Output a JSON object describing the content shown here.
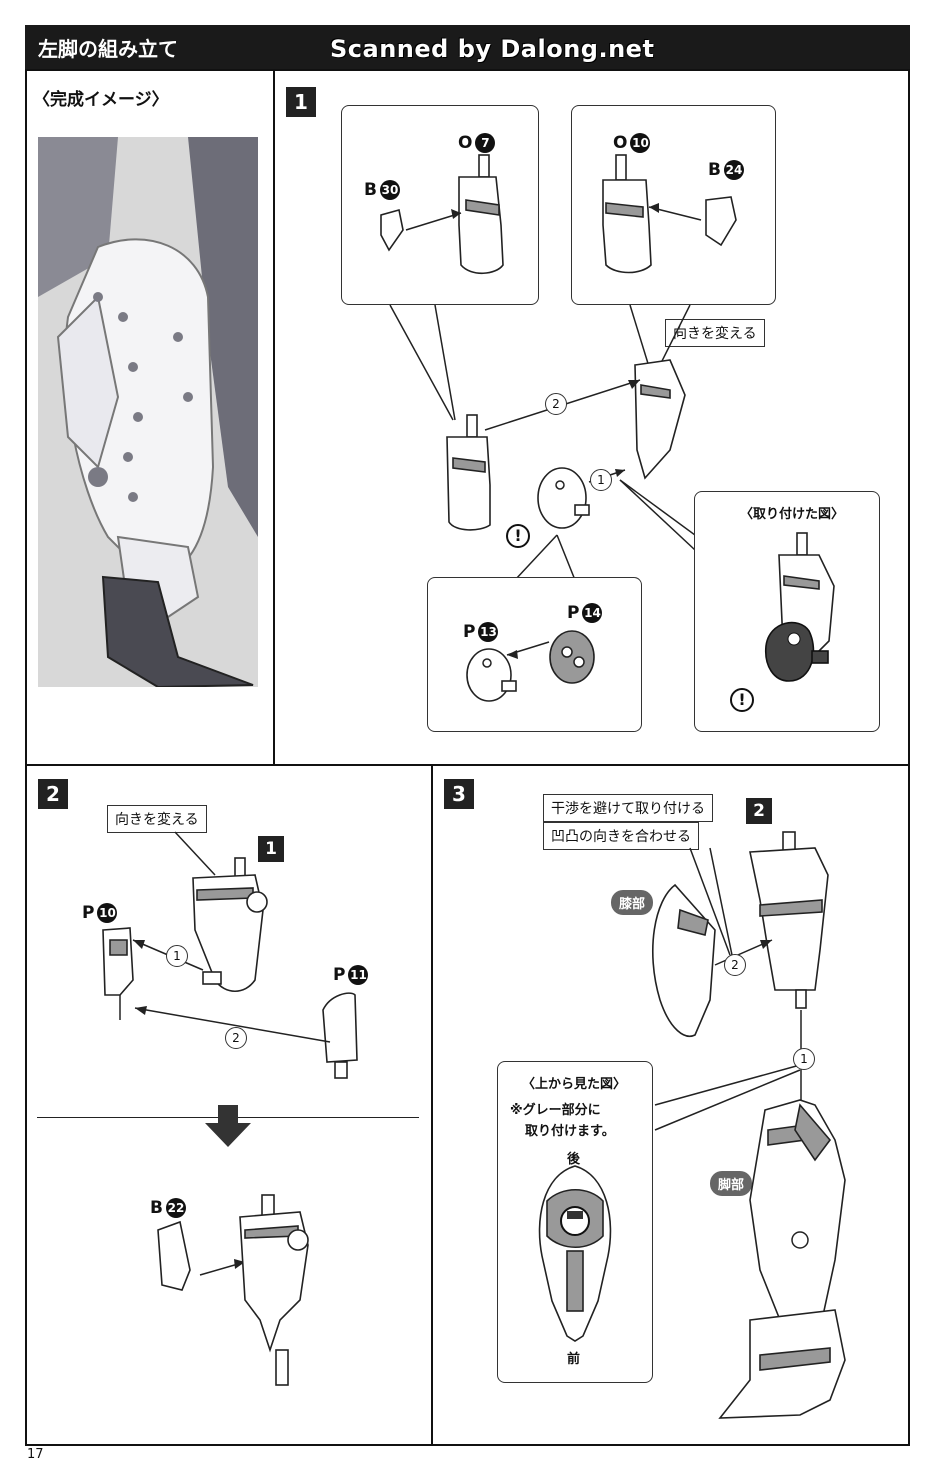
{
  "header": {
    "title": "左脚の組み立て",
    "watermark": "Scanned by Dalong.net"
  },
  "completed_image": {
    "caption": "〈完成イメージ〉"
  },
  "step1": {
    "number": "1",
    "parts": {
      "o7": {
        "letter": "O",
        "num": "7"
      },
      "b30": {
        "letter": "B",
        "num": "30"
      },
      "o10": {
        "letter": "O",
        "num": "10"
      },
      "b24": {
        "letter": "B",
        "num": "24"
      },
      "p13": {
        "letter": "P",
        "num": "13"
      },
      "p14": {
        "letter": "P",
        "num": "14"
      }
    },
    "change_direction": "向きを変える",
    "step_a": "2",
    "step_b": "1",
    "warn": "!",
    "attached_view": "〈取り付けた図〉"
  },
  "step2": {
    "number": "2",
    "ref_step": "1",
    "change_direction": "向きを変える",
    "parts": {
      "p10": {
        "letter": "P",
        "num": "10"
      },
      "p11": {
        "letter": "P",
        "num": "11"
      },
      "b22": {
        "letter": "B",
        "num": "22"
      }
    },
    "step_a": "1",
    "step_b": "2"
  },
  "step3": {
    "number": "3",
    "ref_step": "2",
    "note1": "干渉を避けて取り付ける",
    "note2": "凹凸の向きを合わせる",
    "knee_label": "膝部",
    "leg_label": "脚部",
    "step_a": "2",
    "step_b": "1",
    "top_view": {
      "title": "〈上から見た図〉",
      "note_line1": "※グレー部分に",
      "note_line2": "取り付けます。",
      "back": "後",
      "front": "前"
    }
  },
  "page_number": "17"
}
